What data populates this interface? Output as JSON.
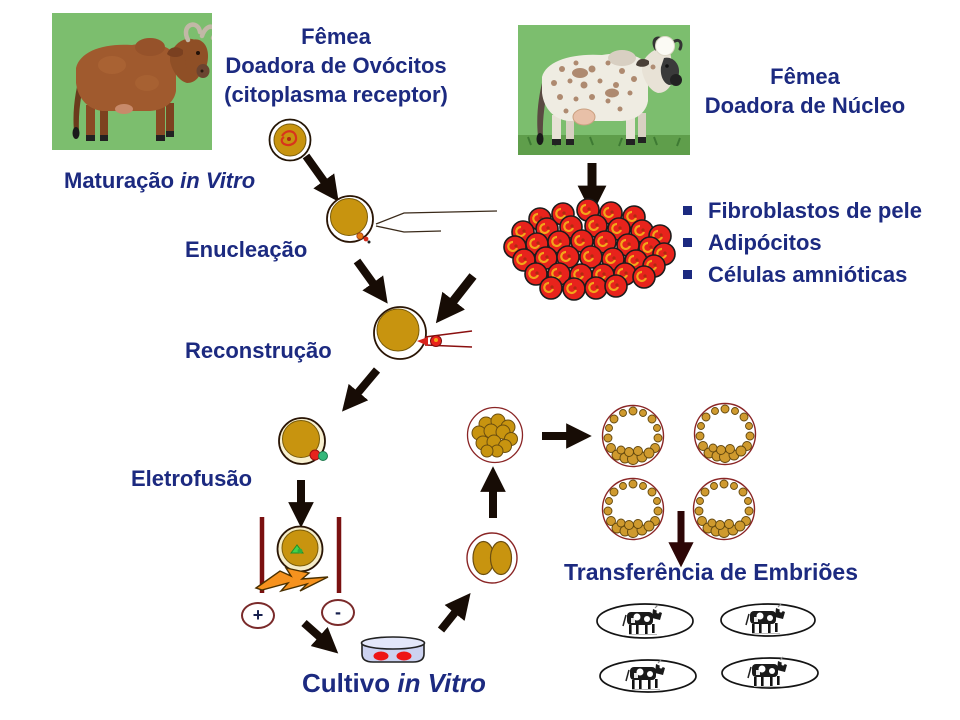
{
  "title_left": {
    "line1": "Fêmea",
    "line2": "Doadora de Ovócitos",
    "line3": "(citoplasma receptor)"
  },
  "title_right": {
    "line1": "Fêmea",
    "line2": "Doadora de Núcleo"
  },
  "labels": {
    "maturation": "Maturação",
    "maturation_italic": "in Vitro",
    "enucleation": "Enucleação",
    "reconstruction": "Reconstrução",
    "electrofusion": "Eletrofusão",
    "culture": "Cultivo",
    "culture_italic": "in Vitro",
    "transfer": "Transferência de Embriões"
  },
  "donor_cell_types": {
    "items": [
      {
        "label": "Fibroblastos de pele"
      },
      {
        "label": "Adipócitos"
      },
      {
        "label": "Células amnióticas"
      }
    ]
  },
  "electrodes": {
    "positive": "+",
    "negative": "-"
  },
  "colors": {
    "text_navy": "#1c2a80",
    "photo_green": "#7cbe6e",
    "cell_red": "#e8231c",
    "oocyte_gold": "#c8940f",
    "lightning_orange": "#f6921e",
    "electrode_line_red": "#7a1010"
  }
}
